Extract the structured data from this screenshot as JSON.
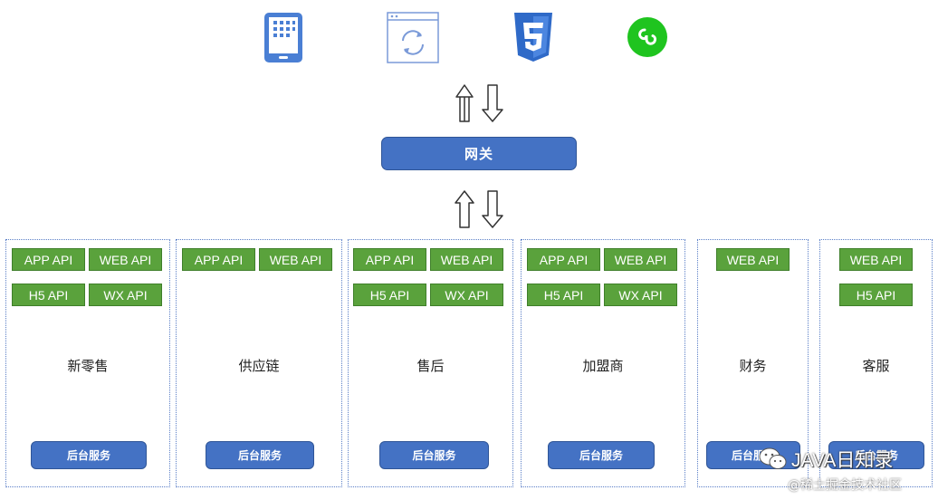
{
  "clients": [
    {
      "icon": "tablet-app-icon"
    },
    {
      "icon": "web-browser-sync-icon"
    },
    {
      "icon": "html5-icon"
    },
    {
      "icon": "mini-program-icon"
    }
  ],
  "gateway": {
    "label": "网关"
  },
  "services": [
    {
      "name": "新零售",
      "apis": [
        "APP API",
        "WEB API",
        "H5 API",
        "WX API"
      ],
      "backend": "后台服务"
    },
    {
      "name": "供应链",
      "apis": [
        "APP API",
        "WEB API"
      ],
      "backend": "后台服务"
    },
    {
      "name": "售后",
      "apis": [
        "APP API",
        "WEB API",
        "H5 API",
        "WX API"
      ],
      "backend": "后台服务"
    },
    {
      "name": "加盟商",
      "apis": [
        "APP API",
        "WEB API",
        "H5 API",
        "WX API"
      ],
      "backend": "后台服务"
    },
    {
      "name": "财务",
      "apis": [
        "WEB API"
      ],
      "backend": "后台服务"
    },
    {
      "name": "客服",
      "apis": [
        "WEB API",
        "H5 API"
      ],
      "backend": "后台服务"
    }
  ],
  "watermark": {
    "title": "JAVA日知录",
    "subtitle": "@稀土掘金技术社区"
  },
  "colors": {
    "gateway": "#4472c4",
    "api": "#5aa23c",
    "border": "#5b7fc7"
  }
}
